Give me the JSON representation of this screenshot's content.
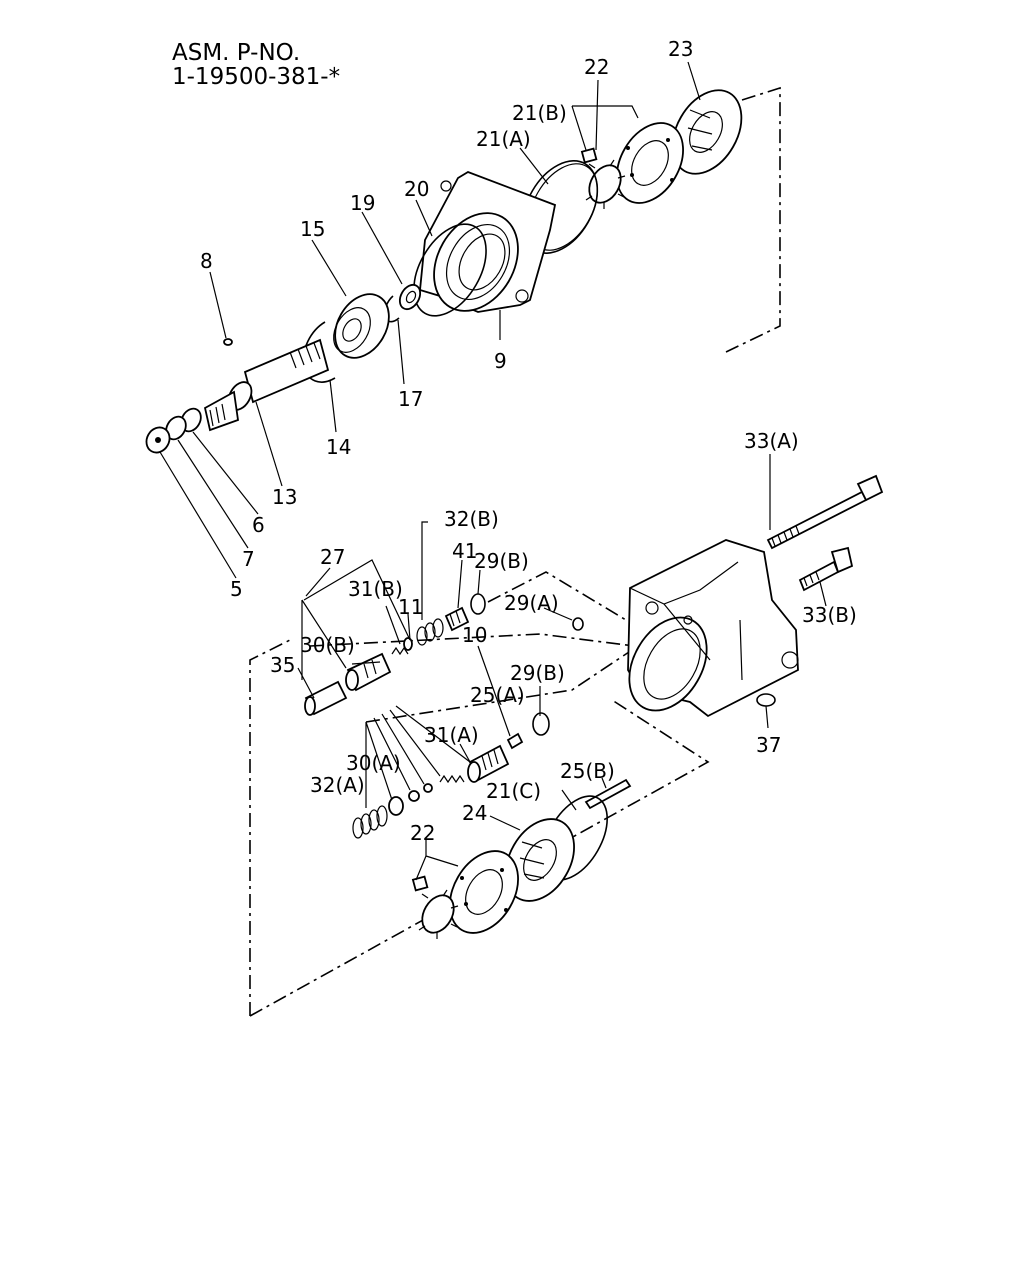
{
  "header": {
    "line1": "ASM. P-NO.",
    "line2": "1-19500-381-*"
  },
  "callouts": {
    "c23": "23",
    "c22_top": "22",
    "c21b": "21(B)",
    "c21a": "21(A)",
    "c20": "20",
    "c19": "19",
    "c15": "15",
    "c8": "8",
    "c9": "9",
    "c17": "17",
    "c14": "14",
    "c13": "13",
    "c6": "6",
    "c7": "7",
    "c5": "5",
    "c33a": "33(A)",
    "c33b": "33(B)",
    "c32b": "32(B)",
    "c41": "41",
    "c29b_top": "29(B)",
    "c27": "27",
    "c31b": "31(B)",
    "c11": "11",
    "c29a": "29(A)",
    "c30b": "30(B)",
    "c10": "10",
    "c35": "35",
    "c29b_mid": "29(B)",
    "c25a": "25(A)",
    "c31a": "31(A)",
    "c30a": "30(A)",
    "c32a": "32(A)",
    "c25b": "25(B)",
    "c21c": "21(C)",
    "c24": "24",
    "c22_bot": "22",
    "c37": "37"
  }
}
